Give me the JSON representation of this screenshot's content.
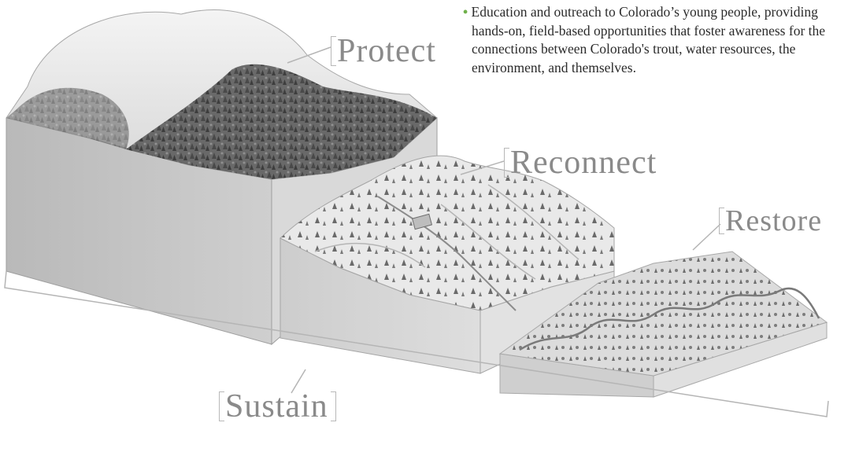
{
  "bullet": {
    "dot": "•",
    "text": "Education and outreach to Colorado’s young people, providing hands-on, field-based opportunities that foster awareness for the connections between Colorado's trout, water resources, the environment, and themselves."
  },
  "labels": {
    "protect": "Protect",
    "reconnect": "Reconnect",
    "restore": "Restore",
    "sustain": "Sustain"
  },
  "colors": {
    "bullet_accent": "#6fb04a",
    "label_text": "#8a8a8a"
  }
}
